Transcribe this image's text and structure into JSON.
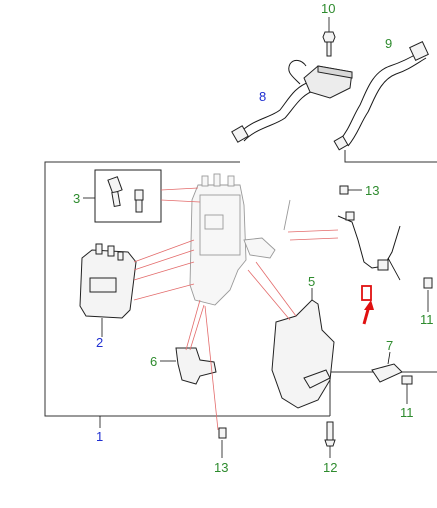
{
  "callouts": [
    {
      "id": "c1",
      "text": "1",
      "color": "#1f2fd1"
    },
    {
      "id": "c2",
      "text": "2",
      "color": "#1f2fd1"
    },
    {
      "id": "c3",
      "text": "3",
      "color": "#2e8b2e"
    },
    {
      "id": "c5",
      "text": "5",
      "color": "#2e8b2e"
    },
    {
      "id": "c6",
      "text": "6",
      "color": "#2e8b2e"
    },
    {
      "id": "c7",
      "text": "7",
      "color": "#2e8b2e"
    },
    {
      "id": "c8",
      "text": "8",
      "color": "#1f2fd1"
    },
    {
      "id": "c9",
      "text": "9",
      "color": "#2e8b2e"
    },
    {
      "id": "c10",
      "text": "10",
      "color": "#2e8b2e"
    },
    {
      "id": "c11a",
      "text": "11",
      "color": "#2e8b2e"
    },
    {
      "id": "c11b",
      "text": "11",
      "color": "#2e8b2e"
    },
    {
      "id": "c12",
      "text": "12",
      "color": "#2e8b2e"
    },
    {
      "id": "c13a",
      "text": "13",
      "color": "#2e8b2e"
    },
    {
      "id": "c13b",
      "text": "13",
      "color": "#2e8b2e"
    }
  ],
  "colors": {
    "line": "#222222",
    "leader_red": "#e36b6b",
    "highlight_box": "#e01010",
    "arrow": "#e01010"
  },
  "icons": [
    "bolt-icon",
    "clip-icon",
    "hose-icon",
    "bracket-icon",
    "arrow-icon"
  ]
}
